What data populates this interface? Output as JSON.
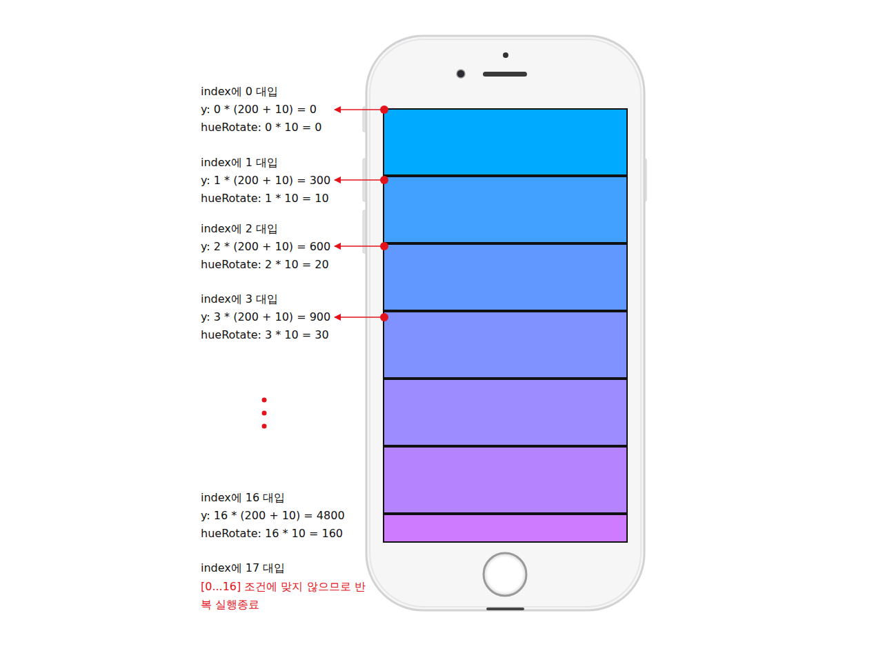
{
  "diagram": {
    "labels": [
      "index에 0 대입",
      "y: 0 * (200 + 10) = 0",
      "hueRotate: 0 * 10 = 0",
      "index에 1 대입",
      "y: 1 * (200 + 10) = 300",
      "hueRotate: 1 * 10 = 10",
      "index에 2 대입",
      "y: 2 * (200 + 10) = 600",
      "hueRotate: 2 * 10 = 20",
      "index에 3 대입",
      "y: 3 * (200 + 10) = 900",
      "hueRotate: 3 * 10 = 30",
      "index에 16 대입",
      "y: 16 * (200 + 10) = 4800",
      "hueRotate: 16 * 10 = 160",
      "index에 17 대입",
      "[0...16] 조건에 맞지 않으므로 반복 실행종료"
    ]
  }
}
